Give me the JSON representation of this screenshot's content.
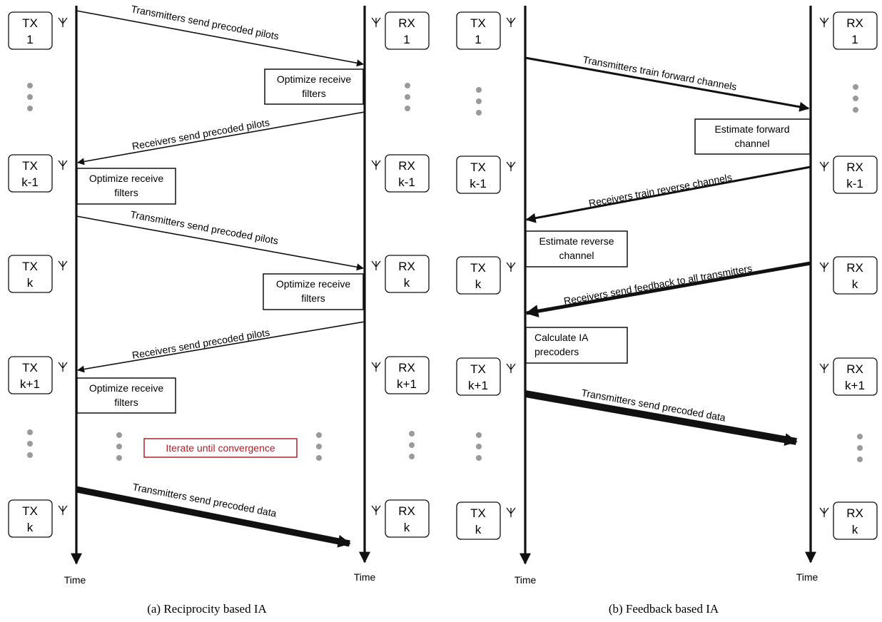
{
  "panel_a": {
    "caption": "(a) Reciprocity based IA",
    "tx_nodes": [
      {
        "line1": "TX",
        "line2": "1"
      },
      {
        "line1": "TX",
        "line2": "k-1"
      },
      {
        "line1": "TX",
        "line2": "k"
      },
      {
        "line1": "TX",
        "line2": "k+1"
      },
      {
        "line1": "TX",
        "line2": "k"
      }
    ],
    "rx_nodes": [
      {
        "line1": "RX",
        "line2": "1"
      },
      {
        "line1": "RX",
        "line2": "k-1"
      },
      {
        "line1": "RX",
        "line2": "k"
      },
      {
        "line1": "RX",
        "line2": "k+1"
      },
      {
        "line1": "RX",
        "line2": "k"
      }
    ],
    "messages": [
      "Transmitters send precoded pilots",
      "Receivers send precoded pilots",
      "Transmitters send precoded pilots",
      "Receivers send precoded pilots",
      "Transmitters send precoded data"
    ],
    "process_boxes": [
      {
        "line1": "Optimize receive",
        "line2": "filters"
      },
      {
        "line1": "Optimize receive",
        "line2": "filters"
      },
      {
        "line1": "Optimize receive",
        "line2": "filters"
      },
      {
        "line1": "Optimize receive",
        "line2": "filters"
      }
    ],
    "iterate_label": "Iterate until convergence",
    "time_tx": "Time",
    "time_rx": "Time"
  },
  "panel_b": {
    "caption": "(b) Feedback based IA",
    "tx_nodes": [
      {
        "line1": "TX",
        "line2": "1"
      },
      {
        "line1": "TX",
        "line2": "k-1"
      },
      {
        "line1": "TX",
        "line2": "k"
      },
      {
        "line1": "TX",
        "line2": "k+1"
      },
      {
        "line1": "TX",
        "line2": "k"
      }
    ],
    "rx_nodes": [
      {
        "line1": "RX",
        "line2": "1"
      },
      {
        "line1": "RX",
        "line2": "k-1"
      },
      {
        "line1": "RX",
        "line2": "k"
      },
      {
        "line1": "RX",
        "line2": "k+1"
      },
      {
        "line1": "RX",
        "line2": "k"
      }
    ],
    "messages": [
      "Transmitters train forward channels",
      "Receivers train reverse channels",
      "Receivers send feedback to all transmitters",
      "Transmitters send precoded data"
    ],
    "process_boxes": [
      {
        "line1": "Estimate forward",
        "line2": "channel"
      },
      {
        "line1": "Estimate reverse",
        "line2": "channel"
      },
      {
        "line1": "Calculate IA",
        "line2": "precoders"
      }
    ],
    "time_tx": "Time",
    "time_rx": "Time"
  },
  "colors": {
    "line": "#111111",
    "ellipsis_dot": "#9a9a9a",
    "iterate_border": "#b0202a",
    "iterate_text": "#b0202a"
  },
  "icons": {
    "antenna": "antenna-icon",
    "ellipsis": "vertical-ellipsis-icon"
  }
}
